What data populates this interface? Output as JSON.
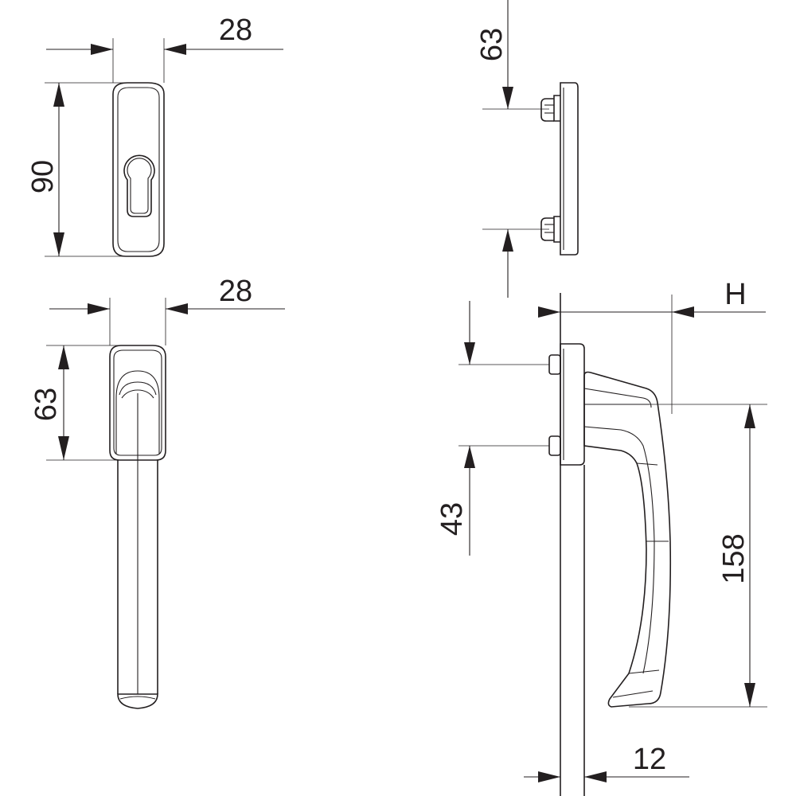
{
  "dimensions": {
    "rosette_width": "28",
    "rosette_height": "90",
    "handle_width": "28",
    "handle_base_height": "63",
    "side_cover_height": "63",
    "projection": "H",
    "spindle_spacing": "43",
    "handle_length": "158",
    "base_thickness": "12"
  }
}
